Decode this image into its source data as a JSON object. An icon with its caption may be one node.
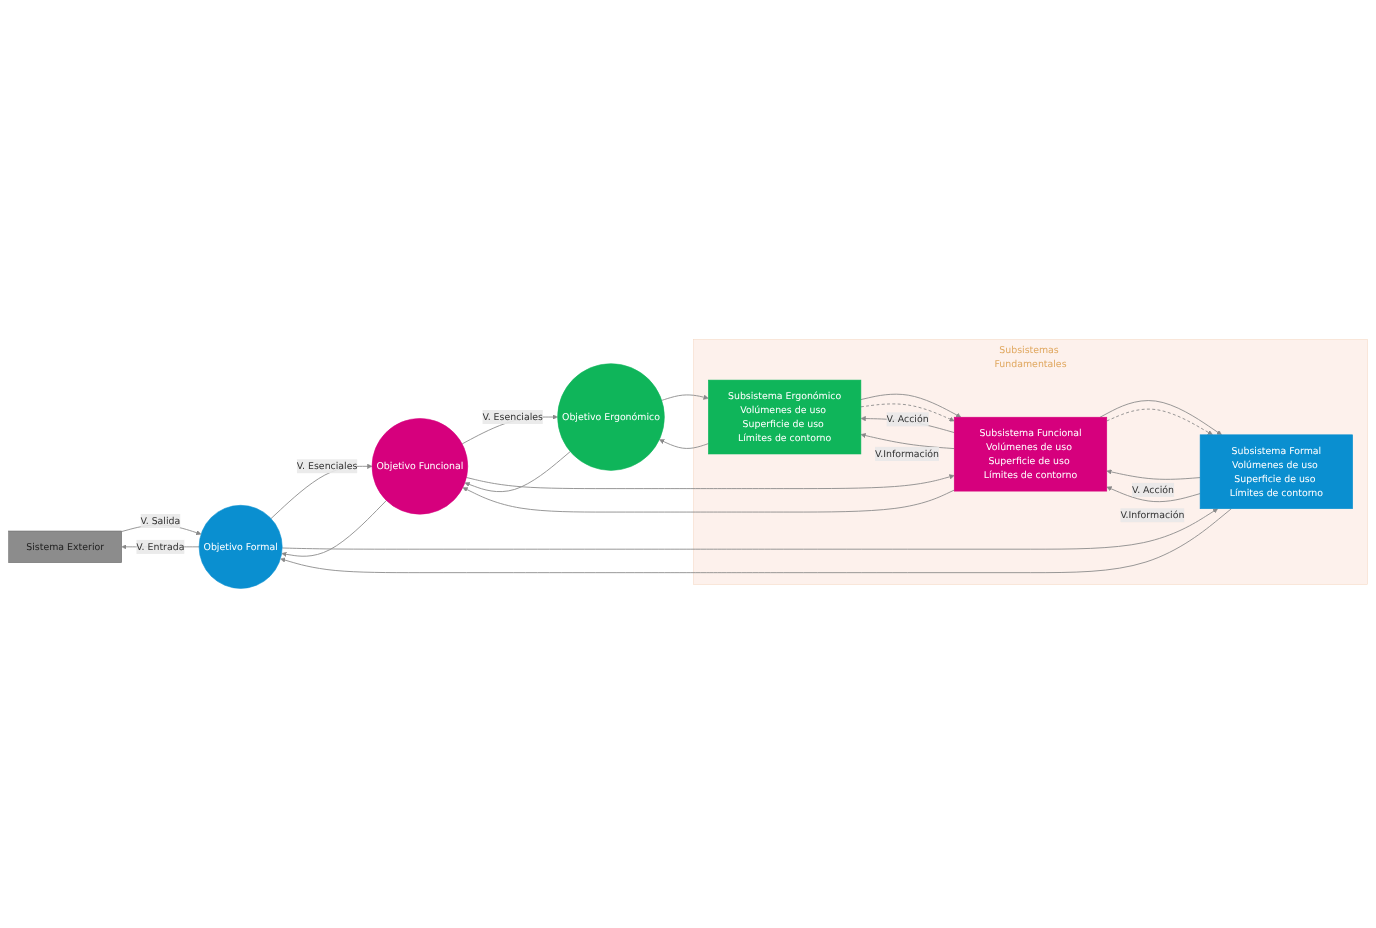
{
  "diagram": {
    "nodes": [
      {
        "text": [
          "Sistema Exterior"
        ]
      },
      {
        "text": [
          "Objetivo Formal"
        ]
      },
      {
        "text": [
          "Objetivo Funcional"
        ]
      },
      {
        "text": [
          "Objetivo Ergonómico"
        ]
      },
      {
        "text": [
          "Subsistemas Fundamentales"
        ]
      },
      {
        "text": [
          "Subsistema Formal",
          "Volúmenes de uso Superficie de uso Límites de contorno"
        ],
        "in": 4
      },
      {
        "text": [
          "Subsistema Funcional",
          "Volúmenes de uso Superficie de uso Límites de contorno"
        ],
        "in": 4
      },
      {
        "text": [
          "Subsistema Ergonómico",
          "Volúmenes de uso Superficie de uso Límites de contorno"
        ],
        "in": 4
      }
    ],
    "edges": [
      {
        "from": 1,
        "to": 0,
        "arrow": "to",
        "label": "V. Entrada"
      },
      {
        "from": 0,
        "to": 1,
        "arrow": "to",
        "label": "V. Salida"
      },
      {
        "from": 1,
        "to": 2,
        "arrow": "to",
        "label": "V. Esenciales"
      },
      {
        "from": 2,
        "to": 1,
        "arrow": "to"
      },
      {
        "from": 2,
        "to": 3,
        "arrow": "to",
        "label": "V. Esenciales"
      },
      {
        "from": 3,
        "to": 2,
        "arrow": "to"
      },
      {
        "from": 5,
        "to": 1,
        "arrow": "to"
      },
      {
        "from": 1,
        "to": 5,
        "arrow": "to"
      },
      {
        "from": 6,
        "to": 2,
        "arrow": "to"
      },
      {
        "from": 2,
        "to": 6,
        "arrow": "to"
      },
      {
        "from": 7,
        "to": 3,
        "arrow": "to"
      },
      {
        "from": 3,
        "to": 7,
        "arrow": "to"
      },
      {
        "from": 5,
        "to": 6,
        "arrow": "to",
        "label": "V. Acción"
      },
      {
        "from": 6,
        "to": 5,
        "arrow": "to"
      },
      {
        "from": 5,
        "to": 6,
        "arrow": "to",
        "label": "V.Información"
      },
      {
        "from": 6,
        "to": 5,
        "arrow": "to",
        "style": "dashed"
      },
      {
        "from": 6,
        "to": 7,
        "arrow": "to",
        "label": "V. Acción"
      },
      {
        "from": 7,
        "to": 6,
        "arrow": "to"
      },
      {
        "from": 6,
        "to": 7,
        "arrow": "to",
        "label": "V.Información"
      },
      {
        "from": 7,
        "to": 6,
        "arrow": "to",
        "style": "dashed"
      }
    ]
  }
}
